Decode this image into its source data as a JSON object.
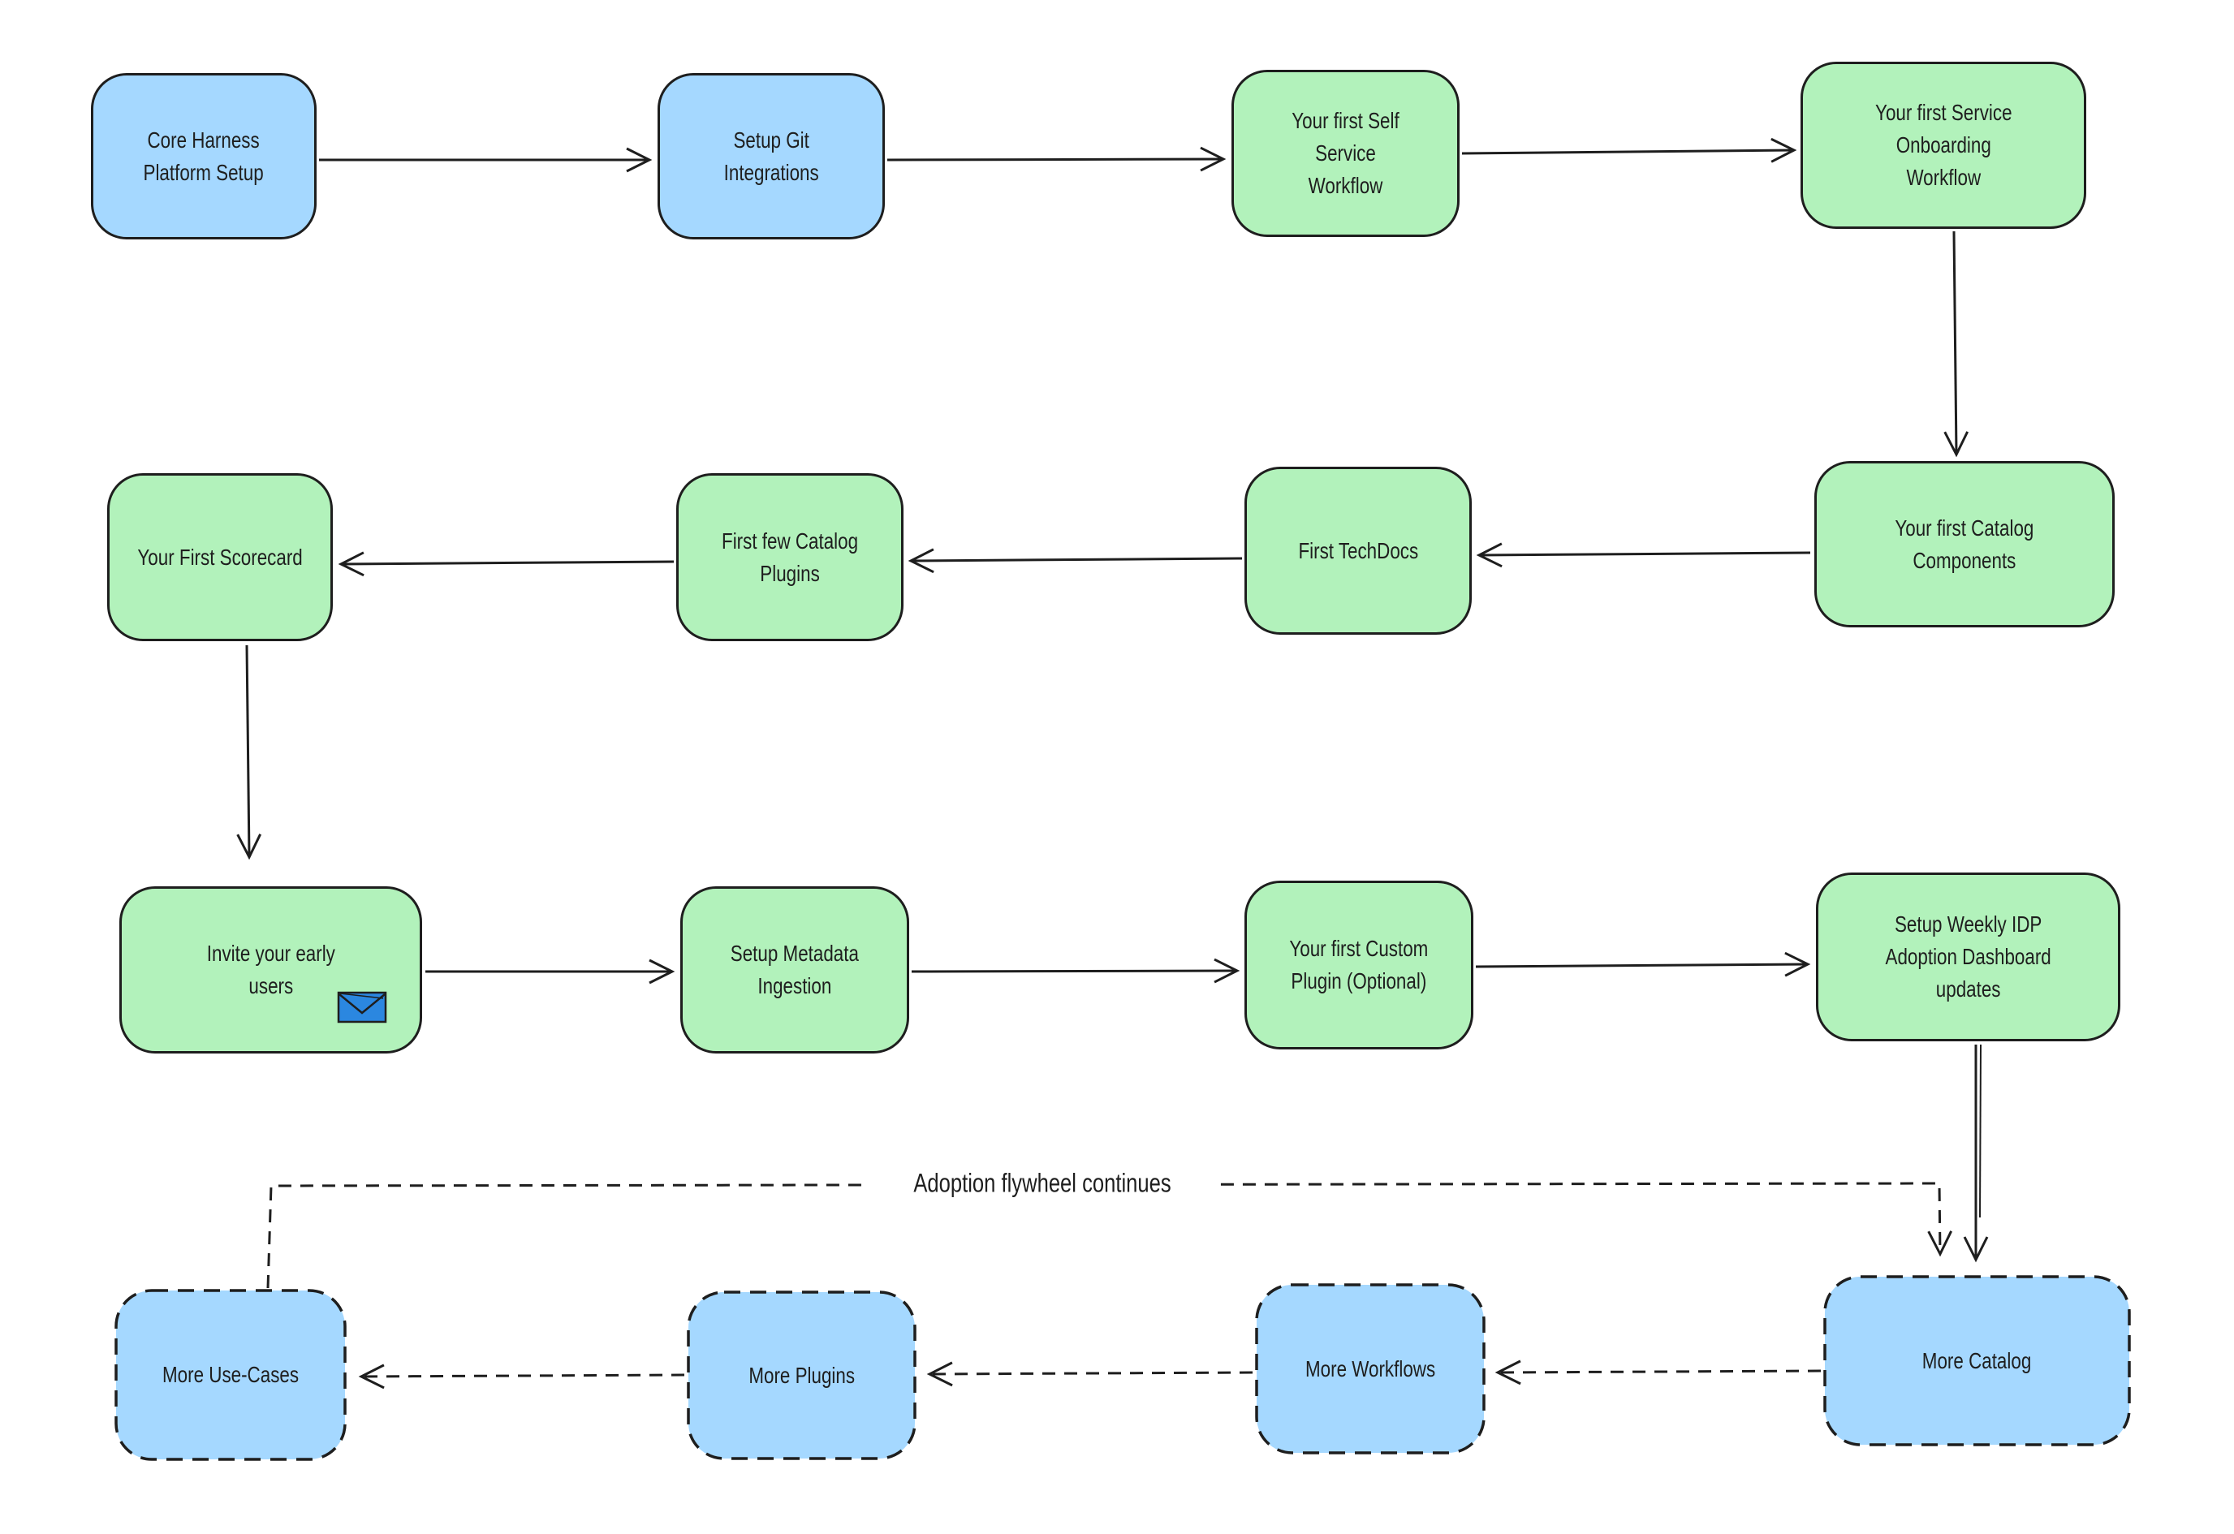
{
  "diagram": {
    "colors": {
      "blue_fill": "#a5d8ff",
      "green_fill": "#b2f2bb",
      "stroke": "#1e1e1e",
      "envelope_blue": "#2b87e0",
      "background": "#ffffff"
    },
    "flywheel_label": "Adoption flywheel continues",
    "nodes": [
      {
        "id": "core-harness-platform-setup",
        "label": "Core Harness\nPlatform Setup",
        "fill": "#a5d8ff",
        "border_style": "solid"
      },
      {
        "id": "setup-git-integrations",
        "label": "Setup Git\nIntegrations",
        "fill": "#a5d8ff",
        "border_style": "solid"
      },
      {
        "id": "first-self-service-workflow",
        "label": "Your first Self Service\nWorkflow",
        "fill": "#b2f2bb",
        "border_style": "solid"
      },
      {
        "id": "first-service-onboarding-workflow",
        "label": "Your first Service\nOnboarding\nWorkflow",
        "fill": "#b2f2bb",
        "border_style": "solid"
      },
      {
        "id": "first-catalog-components",
        "label": "Your first Catalog\nComponents",
        "fill": "#b2f2bb",
        "border_style": "solid"
      },
      {
        "id": "first-techdocs",
        "label": "First TechDocs",
        "fill": "#b2f2bb",
        "border_style": "solid"
      },
      {
        "id": "first-few-catalog-plugins",
        "label": "First few Catalog\nPlugins",
        "fill": "#b2f2bb",
        "border_style": "solid"
      },
      {
        "id": "first-scorecard",
        "label": "Your First Scorecard",
        "fill": "#b2f2bb",
        "border_style": "solid"
      },
      {
        "id": "invite-early-users",
        "label": "Invite your early\nusers",
        "fill": "#b2f2bb",
        "border_style": "solid"
      },
      {
        "id": "setup-metadata-ingestion",
        "label": "Setup Metadata\nIngestion",
        "fill": "#b2f2bb",
        "border_style": "solid"
      },
      {
        "id": "first-custom-plugin",
        "label": "Your first Custom\nPlugin (Optional)",
        "fill": "#b2f2bb",
        "border_style": "solid"
      },
      {
        "id": "weekly-idp-adoption-dashboard",
        "label": "Setup Weekly IDP\nAdoption Dashboard\nupdates",
        "fill": "#b2f2bb",
        "border_style": "solid"
      },
      {
        "id": "more-catalog",
        "label": "More Catalog",
        "fill": "#a5d8ff",
        "border_style": "dashed"
      },
      {
        "id": "more-workflows",
        "label": "More Workflows",
        "fill": "#a5d8ff",
        "border_style": "dashed"
      },
      {
        "id": "more-plugins",
        "label": "More Plugins",
        "fill": "#a5d8ff",
        "border_style": "dashed"
      },
      {
        "id": "more-use-cases",
        "label": "More Use-Cases",
        "fill": "#a5d8ff",
        "border_style": "dashed"
      }
    ]
  }
}
